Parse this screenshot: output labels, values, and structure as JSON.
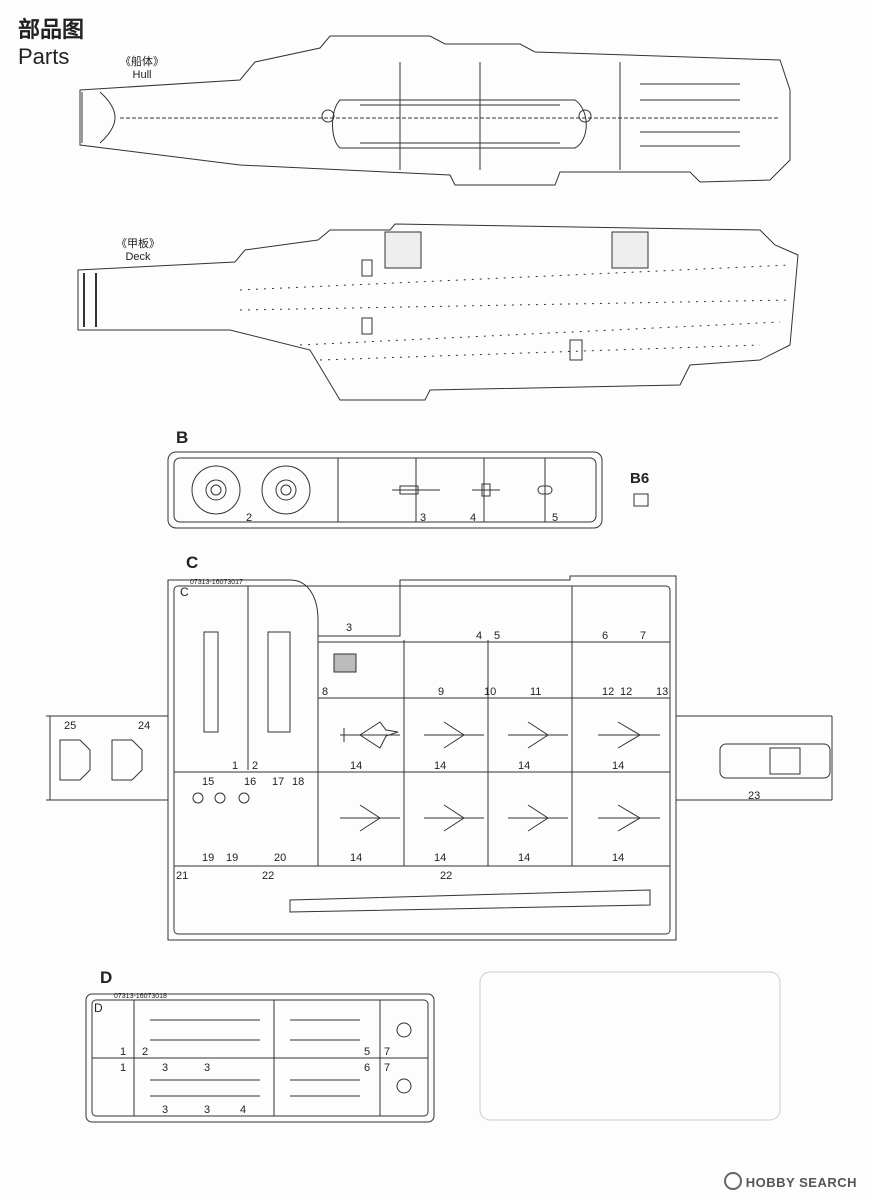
{
  "header": {
    "title_cn": "部品图",
    "title_en": "Parts"
  },
  "hull": {
    "label_cn": "《船体》",
    "label_en": "Hull"
  },
  "deck": {
    "label_cn": "《甲板》",
    "label_en": "Deck"
  },
  "sprue_b": {
    "letter": "B",
    "parts": [
      "2",
      "3",
      "4",
      "5"
    ],
    "detail_label": "B6"
  },
  "sprue_c": {
    "letter": "C",
    "code": "07313-16073017",
    "tag": "C",
    "parts_top": [
      "3",
      "4",
      "5",
      "6",
      "7"
    ],
    "parts_row2": [
      "8",
      "9",
      "10",
      "11",
      "12",
      "12",
      "13"
    ],
    "parts_left": [
      "1",
      "2"
    ],
    "parts_small": [
      "15",
      "16",
      "17",
      "18",
      "19",
      "19",
      "20",
      "21",
      "22",
      "22"
    ],
    "plane_part": "14",
    "side_left": [
      "25",
      "24"
    ],
    "side_right": "23"
  },
  "sprue_d": {
    "letter": "D",
    "code": "07313-16073018",
    "tag": "D",
    "parts_row1": [
      "1",
      "2",
      "5",
      "7"
    ],
    "parts_row2": [
      "1",
      "3",
      "3",
      "6",
      "7"
    ],
    "parts_row3": [
      "3",
      "3",
      "4"
    ]
  },
  "watermark": {
    "brand": "HOBBY SEARCH"
  }
}
